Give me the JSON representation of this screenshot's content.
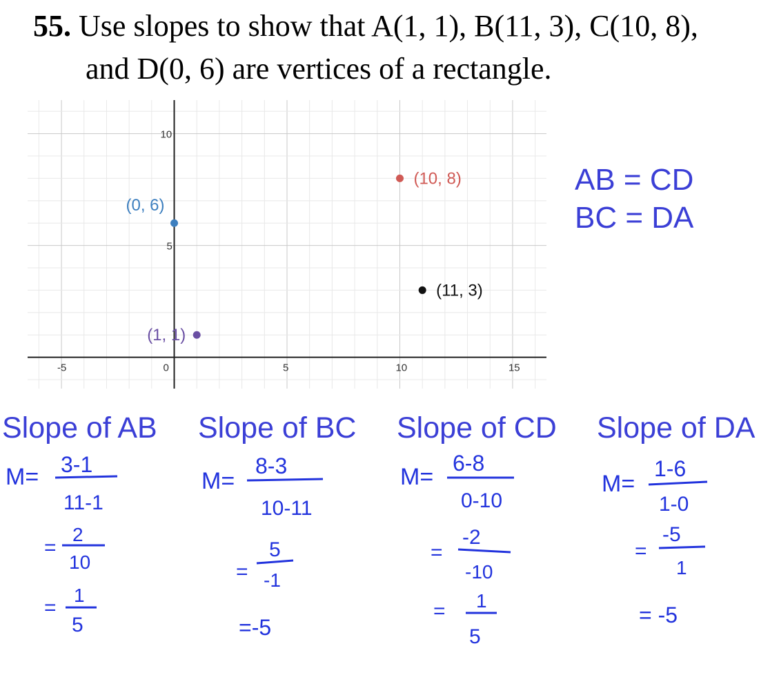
{
  "problem": {
    "number": "55.",
    "line1": "Use slopes to show that A(1, 1), B(11, 3), C(10, 8),",
    "line2": "and D(0, 6) are vertices of a rectangle."
  },
  "chart_data": {
    "type": "scatter",
    "xlim": [
      -6.5,
      16.5
    ],
    "ylim": [
      -1.4,
      11.5
    ],
    "grid": true,
    "x_tick_labels": [
      "-5",
      "0",
      "5",
      "10",
      "15"
    ],
    "y_tick_labels": [
      "5",
      "10"
    ],
    "points": [
      {
        "x": 1,
        "y": 1,
        "label": "(1, 1)",
        "color": "#6a4fa3"
      },
      {
        "x": 11,
        "y": 3,
        "label": "(11, 3)",
        "color": "#111111"
      },
      {
        "x": 10,
        "y": 8,
        "label": "(10, 8)",
        "color": "#d05a55"
      },
      {
        "x": 0,
        "y": 6,
        "label": "(0, 6)",
        "color": "#3d7fbf"
      }
    ]
  },
  "notes": {
    "line1": "AB = CD",
    "line2": "BC = DA"
  },
  "columns": [
    {
      "header": "Slope of AB",
      "m": "M=",
      "num": "3-1",
      "den": "11-1",
      "s2num": "2",
      "s2den": "10",
      "s3num": "1",
      "s3den": "5",
      "eq": "="
    },
    {
      "header": "Slope of BC",
      "m": "M=",
      "num": "8-3",
      "den": "10-11",
      "s2num": "5",
      "s2den": "-1",
      "result": "=-5",
      "eq": "="
    },
    {
      "header": "Slope of CD",
      "m": "M=",
      "num": "6-8",
      "den": "0-10",
      "s2num": "-2",
      "s2den": "-10",
      "s3num": "1",
      "s3den": "5",
      "eq": "="
    },
    {
      "header": "Slope of DA",
      "m": "M=",
      "num": "1-6",
      "den": "1-0",
      "s2num": "-5",
      "s2den": "1",
      "result": "= -5",
      "eq": "="
    }
  ],
  "colors": {
    "ink": "#2233dd",
    "header": "#3b3fd6",
    "grid_minor": "#e8e8e8",
    "grid_major": "#c8c8c8"
  }
}
